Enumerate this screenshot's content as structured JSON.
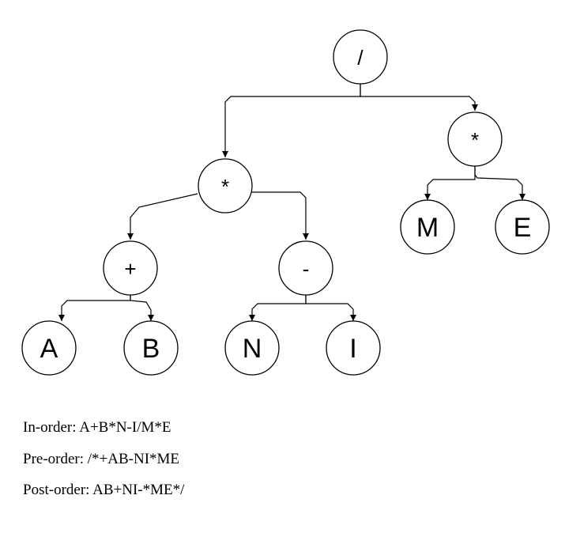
{
  "tree": {
    "nodes": [
      {
        "id": "root",
        "label": "/"
      },
      {
        "id": "mul-left",
        "label": "*"
      },
      {
        "id": "mul-right",
        "label": "*"
      },
      {
        "id": "plus",
        "label": "+"
      },
      {
        "id": "minus",
        "label": "-"
      },
      {
        "id": "a",
        "label": "A"
      },
      {
        "id": "b",
        "label": "B"
      },
      {
        "id": "n",
        "label": "N"
      },
      {
        "id": "i",
        "label": "I"
      },
      {
        "id": "m",
        "label": "M"
      },
      {
        "id": "e",
        "label": "E"
      }
    ],
    "edges": [
      [
        "root",
        "mul-left"
      ],
      [
        "root",
        "mul-right"
      ],
      [
        "mul-left",
        "plus"
      ],
      [
        "mul-left",
        "minus"
      ],
      [
        "plus",
        "a"
      ],
      [
        "plus",
        "b"
      ],
      [
        "minus",
        "n"
      ],
      [
        "minus",
        "i"
      ],
      [
        "mul-right",
        "m"
      ],
      [
        "mul-right",
        "e"
      ]
    ]
  },
  "traversals": {
    "in_order": "In-order: A+B*N-I/M*E",
    "pre_order": "Pre-order: /*+AB-NI*ME",
    "post_order": "Post-order: AB+NI-*ME*/"
  }
}
